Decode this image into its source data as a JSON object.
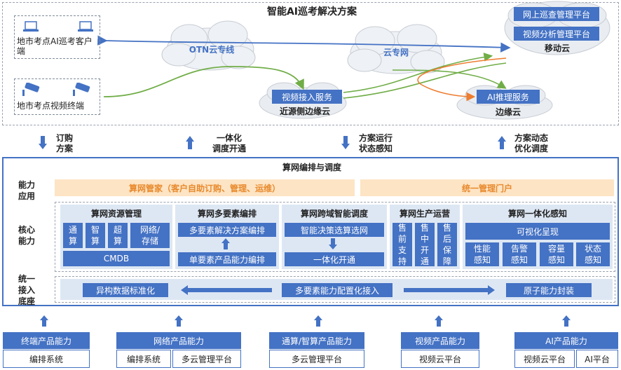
{
  "top": {
    "title": "智能AI巡考解决方案",
    "client": "地市考点AI巡考客户端",
    "camera": "地市考点视频终端",
    "otn": "OTN云专线",
    "cloudnet": "云专网",
    "video_access": "视频接入服务",
    "near_edge": "近源侧边缘云",
    "ai_infer": "AI推理服务",
    "edge": "边缘云",
    "mobile_apps": [
      "网上巡查管理平台",
      "视频分析管理平台"
    ],
    "mobile_cloud": "移动云"
  },
  "mid_arrows": [
    {
      "dir": "down",
      "label": "订购\n方案"
    },
    {
      "dir": "up",
      "label": "一体化\n调度开通"
    },
    {
      "dir": "down",
      "label": "方案运行\n状态感知"
    },
    {
      "dir": "up",
      "label": "方案动态\n优化调度"
    }
  ],
  "main": {
    "title": "算网编排与调度",
    "row_labels": [
      "能力\n应用",
      "核心\n能力",
      "统一\n接入\n底座"
    ],
    "app_left": "算网管家（客户自助订购、管理、运维）",
    "app_right": "统一管理门户",
    "resource": {
      "title": "算网资源管理",
      "items": [
        "通\n算",
        "智\n算",
        "超\n算",
        "网络/\n存储"
      ],
      "cmdb": "CMDB"
    },
    "multi": {
      "title": "算网多要素编排",
      "top": "多要素解决方案编排",
      "bottom": "单要素产品能力编排"
    },
    "cross": {
      "title": "算网跨域智能调度",
      "top": "智能决策选算选网",
      "bottom": "一体化开通"
    },
    "ops": {
      "title": "算网生产运营",
      "items": [
        "售\n前\n支\n持",
        "售\n中\n开\n通",
        "售\n后\n保\n障"
      ]
    },
    "aware": {
      "title": "算网一体化感知",
      "top": "可视化呈现",
      "items": [
        "性能\n感知",
        "告警\n感知",
        "容量\n感知",
        "状态\n感知"
      ]
    },
    "base": {
      "left": "异构数据标准化",
      "mid": "多要素能力配置化接入",
      "right": "原子能力封装"
    }
  },
  "bottom": [
    {
      "title": "终端产品能力",
      "items": [
        "编排系统"
      ]
    },
    {
      "title": "网络产品能力",
      "items": [
        "编排系统",
        "多云管理平台"
      ]
    },
    {
      "title": "通算/智算产品能力",
      "items": [
        "多云管理平台"
      ]
    },
    {
      "title": "视频产品能力",
      "items": [
        "视频云平台"
      ]
    },
    {
      "title": "AI产品能力",
      "items": [
        "视频云平台",
        "AI平台"
      ]
    }
  ],
  "colors": {
    "blue": "#4472c4",
    "light_blue": "#dde7f4",
    "orange": "#e8892c",
    "green": "#70ad47"
  }
}
